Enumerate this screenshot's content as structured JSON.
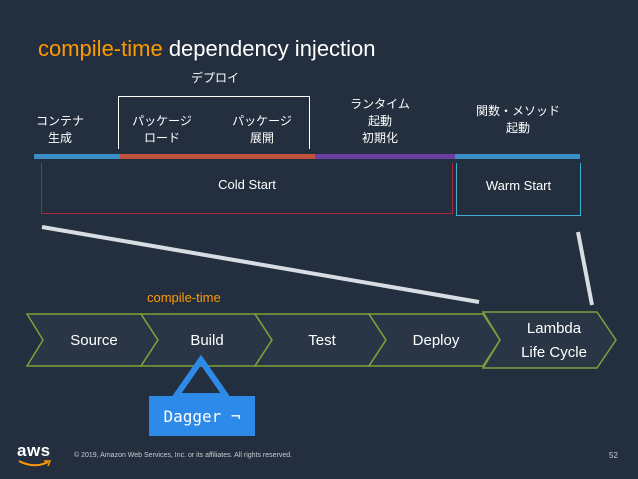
{
  "title": {
    "highlight": "compile-time",
    "rest": " dependency injection"
  },
  "deploy_label": "デプロイ",
  "phases": [
    {
      "line1": "コンテナ",
      "line2": "生成"
    },
    {
      "line1": "パッケージ",
      "line2": "ロード"
    },
    {
      "line1": "パッケージ",
      "line2": "展開"
    },
    {
      "line1": "ランタイム",
      "line2": "起動",
      "line3": "初期化"
    },
    {
      "line1": "関数・メソッド",
      "line2": "起動"
    }
  ],
  "cold_start_label": "Cold Start",
  "warm_start_label": "Warm Start",
  "compile_time_label": "compile-time",
  "pipeline": [
    {
      "label": "Source"
    },
    {
      "label": "Build"
    },
    {
      "label": "Test"
    },
    {
      "label": "Deploy"
    },
    {
      "label": "Lambda",
      "label2": "Life Cycle"
    }
  ],
  "dagger_label": "Dagger ¬",
  "footer": "© 2019, Amazon Web Services, Inc. or its affiliates. All rights reserved.",
  "page_number": "52",
  "logo_text": "aws",
  "colors": {
    "accent": "#ff9900",
    "background": "#232f3e",
    "pipeline_border": "#7aa43a",
    "dagger": "#2d8ae8",
    "cold_start_border": "#b0243b",
    "warm_start_border": "#3db0d6"
  }
}
